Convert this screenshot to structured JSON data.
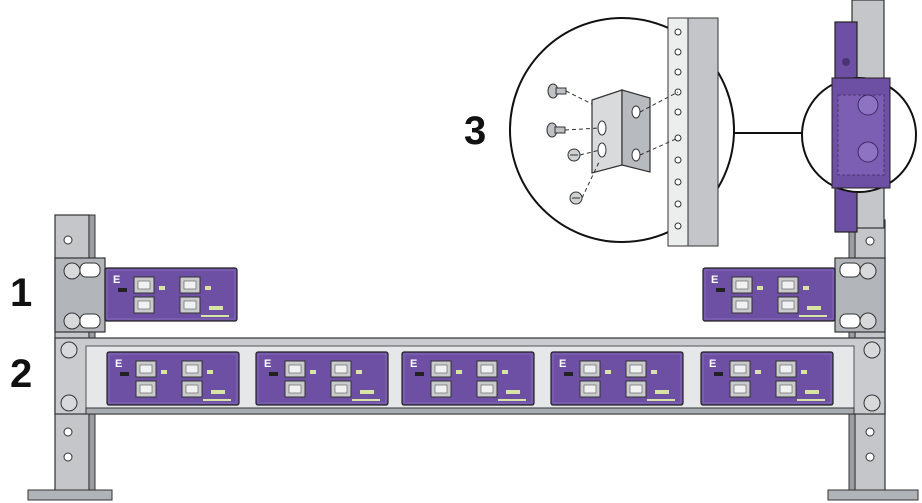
{
  "colors": {
    "rail": "#b9bcc0",
    "rail_dark": "#8a8d91",
    "device": "#6d4fa3",
    "device_dark": "#4a3475",
    "port": "#c9cbcd",
    "outline": "#222222"
  },
  "callouts": {
    "one": "1",
    "two": "2",
    "three": "3"
  },
  "devices": {
    "count_single_row": 2,
    "count_shelf_row": 5,
    "port_count_each": 4,
    "brand_mark": "E"
  },
  "icons": [
    "screw-icon",
    "mounting-bracket-icon",
    "magnifier-circle-icon"
  ]
}
